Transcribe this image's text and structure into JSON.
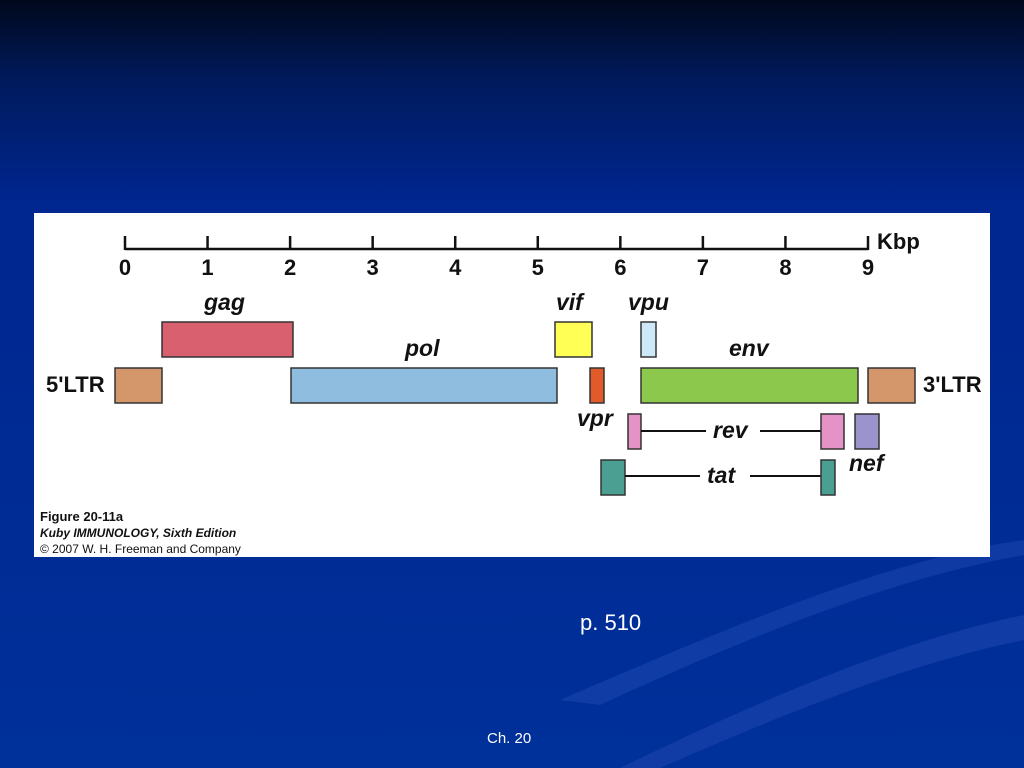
{
  "figure": {
    "axis": {
      "unit": "Kbp",
      "ticks": [
        "0",
        "1",
        "2",
        "3",
        "4",
        "5",
        "6",
        "7",
        "8",
        "9"
      ]
    },
    "ltr_left": "5'LTR",
    "ltr_right": "3'LTR",
    "genes": {
      "gag": "gag",
      "pol": "pol",
      "vif": "vif",
      "vpu": "vpu",
      "env": "env",
      "vpr": "vpr",
      "rev": "rev",
      "nef": "nef",
      "tat": "tat"
    },
    "colors": {
      "ltr": "#d4976c",
      "gag": "#d9606e",
      "pol": "#8fbde0",
      "vif": "#ffff55",
      "vpu": "#cde8f7",
      "env": "#8cc84b",
      "vpr": "#e05a2a",
      "rev": "#e592c6",
      "nef": "#9a93cc",
      "tat": "#4a9e92"
    },
    "caption": {
      "title": "Figure 20-11a",
      "book": "Kuby IMMUNOLOGY, Sixth Edition",
      "copyright": "© 2007 W. H. Freeman and Company"
    }
  },
  "slide": {
    "page_ref": "p. 510",
    "footer": "Ch. 20"
  }
}
